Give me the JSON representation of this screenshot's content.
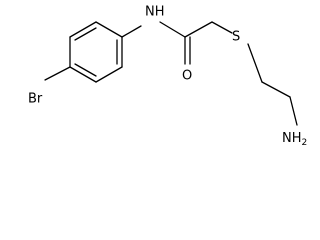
{
  "molecule": {
    "atoms": {
      "amide_nh": "NH",
      "carbonyl_o": "O",
      "thioether_s": "S",
      "bromine": "Br",
      "amine_main": "NH",
      "amine_sub": "2"
    },
    "colors": {
      "bond": "#000000",
      "label": "#000000",
      "background": "#ffffff"
    }
  }
}
